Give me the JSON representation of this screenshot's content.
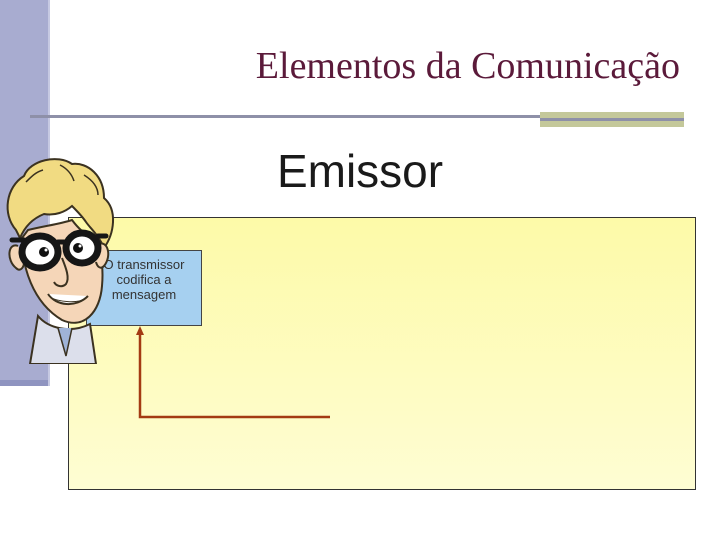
{
  "slide": {
    "title": "Elementos da Comunicação",
    "subtitle": "Emissor"
  },
  "callout": {
    "text": "O transmissor\ncodifica a\nmensagem"
  },
  "colors": {
    "title": "#5b1a3a",
    "left_bar": "#a8acd0",
    "rule": "#8e90a8",
    "accent": "#c4c89a",
    "panel": "#fdfaa8",
    "callout": "#a6d0f0",
    "connector": "#a33a12"
  },
  "icons": {
    "character": "cartoon-man-with-glasses"
  }
}
